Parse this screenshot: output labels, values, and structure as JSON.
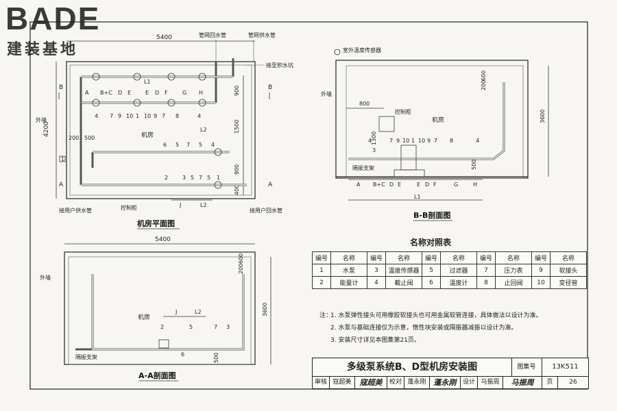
{
  "logo": {
    "latin": "BADE",
    "cjk": "建装基地"
  },
  "plan": {
    "title": "机房平面图",
    "dim_width": "5400",
    "dim_height": "4200",
    "dim_900a": "900",
    "dim_1500": "1500",
    "dim_900b": "900",
    "dim_400": "400",
    "dim_200": "200",
    "dim_500": "500",
    "section_b": "B",
    "section_a": "A",
    "label_L1": "L1",
    "label_L2": "L2",
    "label_J": "J",
    "return_main": "管网回水管",
    "supply_main": "管网供水管",
    "sump": "接至积水坑",
    "outer_wall": "外墙",
    "room": "机房",
    "user_supply": "接用户供水管",
    "control_cabinet": "控制柜",
    "user_return": "接用户回水管",
    "top_letters": [
      "A",
      "B+C",
      "D",
      "E",
      "E",
      "D",
      "F",
      "G",
      "H"
    ],
    "mid_numbers": [
      "4",
      "7",
      "9",
      "10",
      "1",
      "10",
      "9",
      "7",
      "8",
      "4"
    ],
    "lower_numbers": [
      "6",
      "5",
      "7",
      "5",
      "4"
    ],
    "bottom_numbers": [
      "2",
      "3",
      "5",
      "7",
      "5",
      "1"
    ],
    "box_1": "1"
  },
  "section_bb": {
    "title": "B-B剖面图",
    "sensor": "室外温度传感器",
    "outer_wall": "外墙",
    "control_cabinet": "控制柜",
    "room": "机房",
    "vib_support": "隔振支架",
    "dim_800": "800",
    "dim_1300": "1300",
    "dim_600": "600",
    "dim_200": "200",
    "dim_3600": "3600",
    "dim_500": "500",
    "label_L1": "L1",
    "numbers": [
      "4",
      "3",
      "7",
      "9",
      "10",
      "1",
      "10",
      "9",
      "7",
      "8",
      "4"
    ],
    "letters": [
      "A",
      "B+C",
      "D",
      "E",
      "E",
      "D",
      "F",
      "G",
      "H"
    ]
  },
  "section_aa": {
    "title": "A-A剖面图",
    "dim_width": "5400",
    "dim_600": "600",
    "dim_200": "200",
    "dim_3600": "3600",
    "dim_500": "500",
    "outer_wall": "外墙",
    "room": "机房",
    "vib_support": "隔振支架",
    "label_J": "J",
    "label_L2": "L2",
    "numbers": [
      "2",
      "5",
      "6",
      "7",
      "3"
    ]
  },
  "legend": {
    "title": "名称对照表",
    "header_no": "编号",
    "header_name": "名称",
    "rows": [
      [
        [
          "1",
          "水泵"
        ],
        [
          "3",
          "温度传感器"
        ],
        [
          "5",
          "过滤器"
        ],
        [
          "7",
          "压力表"
        ],
        [
          "9",
          "软接头"
        ]
      ],
      [
        [
          "2",
          "能量计"
        ],
        [
          "4",
          "截止阀"
        ],
        [
          "6",
          "温度计"
        ],
        [
          "8",
          "止回阀"
        ],
        [
          "10",
          "变径管"
        ]
      ]
    ]
  },
  "notes": {
    "head": "注：",
    "items": [
      "1. 水泵弹性接头可用橡胶软接头也可用金属软管连接，具体做法以设计为准。",
      "2. 水泵与基础连接仅为示意，惰性块安装或隔振器减振以设计为准。",
      "3. 安装尺寸详见本图集第21页。"
    ]
  },
  "title_block": {
    "main": "多级泵系统B、D型机房安装图",
    "atlas_label": "图集号",
    "atlas_value": "13K511",
    "review_label": "审核",
    "review_name": "寇超美",
    "review_sig": "寇超美",
    "check_label": "校对",
    "check_name": "蓬永刚",
    "check_sig": "蓬永刚",
    "design_label": "设计",
    "design_name": "马振周",
    "design_sig": "马振周",
    "page_label": "页",
    "page_value": "26"
  }
}
